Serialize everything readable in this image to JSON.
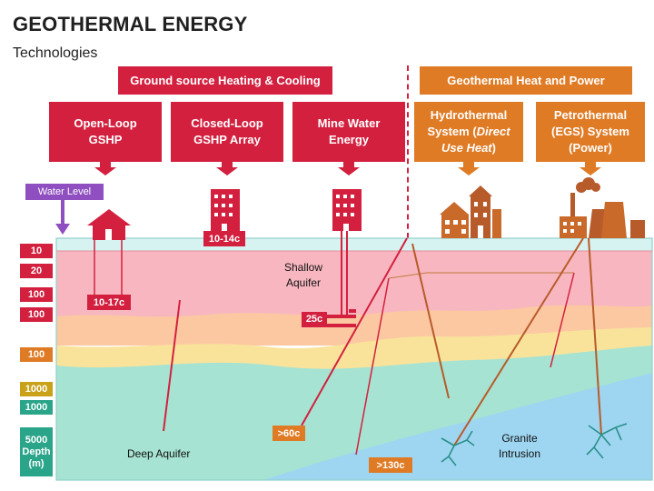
{
  "title": "GEOTHERMAL ENERGY",
  "subtitle": "Technologies",
  "banners": {
    "left": "Ground source Heating & Cooling",
    "right": "Geothermal Heat and Power"
  },
  "boxes": {
    "open_loop": [
      "Open-Loop",
      "GSHP"
    ],
    "closed_loop": [
      "Closed-Loop",
      "GSHP Array"
    ],
    "mine_water": [
      "Mine Water",
      "Energy"
    ],
    "hydrothermal": [
      "Hydrothermal",
      "System (",
      "Direct",
      "Use Heat",
      ")"
    ],
    "petrothermal": [
      "Petrothermal",
      "(EGS) System",
      "(Power)"
    ]
  },
  "water_level": "Water Level",
  "depths": [
    {
      "label": "10",
      "color": "#d3203f"
    },
    {
      "label": "20",
      "color": "#d3203f"
    },
    {
      "label": "100",
      "color": "#d3203f"
    },
    {
      "label": "100",
      "color": "#d3203f"
    },
    {
      "label": "100",
      "color": "#e07b25"
    },
    {
      "label": "1000",
      "color": "#c9a21a"
    },
    {
      "label": "1000",
      "color": "#2aa58a"
    },
    {
      "label": "5000",
      "color": "#2aa58a"
    }
  ],
  "depth_axis_label": [
    "Depth",
    "(m)"
  ],
  "temps": {
    "t1": "10-17c",
    "t2": "10-14c",
    "t3": "25c",
    "t4": ">60c",
    "t5": ">130c"
  },
  "labels": {
    "shallow_aquifer": [
      "Shallow",
      "Aquifer"
    ],
    "deep_aquifer": "Deep Aquifer",
    "granite": [
      "Granite",
      "Intrusion"
    ]
  },
  "colors": {
    "red": "#d3203f",
    "orange": "#e07b25",
    "purple": "#8f4fc0",
    "water": "#d6f3f1",
    "layer_pink": "#f8b7c0",
    "layer_peach": "#fbc8a2",
    "layer_yellow": "#f9e39b",
    "layer_teal": "#a6e3d2",
    "granite": "#9ed6f1"
  }
}
